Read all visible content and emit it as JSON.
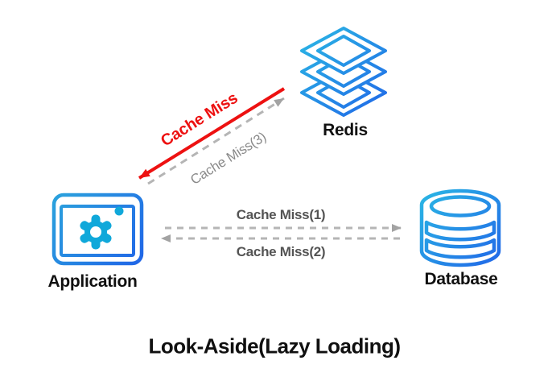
{
  "diagram": {
    "title": "Look-Aside(Lazy Loading)",
    "nodes": {
      "application": {
        "label": "Application"
      },
      "redis": {
        "label": "Redis"
      },
      "database": {
        "label": "Database"
      }
    },
    "flows": {
      "cache_miss": {
        "label": "Cache Miss"
      },
      "cache_miss_1": {
        "label": "Cache Miss(1)"
      },
      "cache_miss_2": {
        "label": "Cache Miss(2)"
      },
      "cache_miss_3": {
        "label": "Cache Miss(3)"
      }
    },
    "colors": {
      "arrow_red": "#ED1111",
      "dashed_gray": "#B5B5B5",
      "arrowhead_gray": "#A3A3A3",
      "label_dark_gray": "#545454",
      "label_light_gray": "#8A8A8A",
      "icon_gradient_start": "#2BBCE4",
      "icon_gradient_end": "#2063E8",
      "gear_cyan": "#10A8DA",
      "text_black": "#101010"
    }
  }
}
